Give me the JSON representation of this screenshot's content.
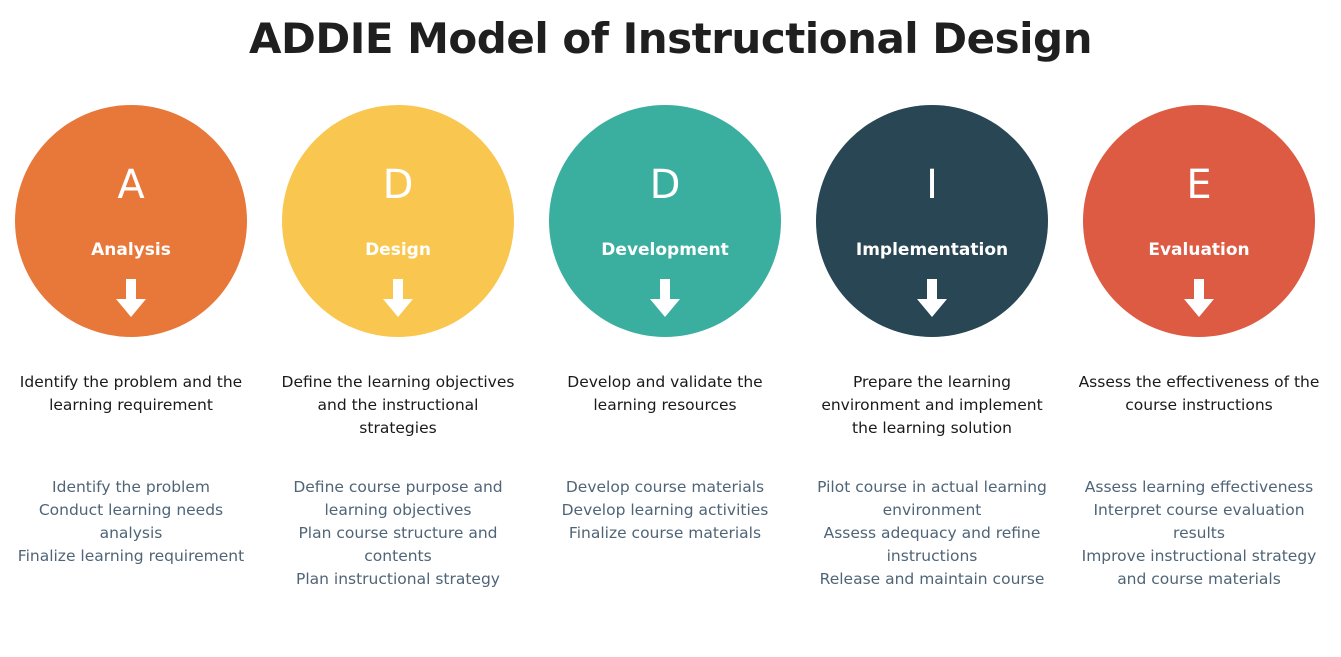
{
  "title": "ADDIE Model of Instructional Design",
  "phases": [
    {
      "letter": "A",
      "name": "Analysis",
      "color": "#E8783A",
      "summary": "Identify the problem and the learning requirement",
      "tasks": [
        "Identify the problem",
        "Conduct learning needs analysis",
        "Finalize learning requirement"
      ]
    },
    {
      "letter": "D",
      "name": "Design",
      "color": "#F9C74F",
      "summary": "Define the learning objectives and the instructional strategies",
      "tasks": [
        "Define course purpose and learning objectives",
        "Plan course structure and contents",
        "Plan instructional strategy"
      ]
    },
    {
      "letter": "D",
      "name": "Development",
      "color": "#3AAFA0",
      "summary": "Develop and validate the learning resources",
      "tasks": [
        "Develop course materials",
        "Develop learning activities",
        "Finalize course materials"
      ]
    },
    {
      "letter": "I",
      "name": "Implementation",
      "color": "#284654",
      "summary": "Prepare the learning environment and implement the learning solution",
      "tasks": [
        "Pilot course in actual learning environment",
        "Assess adequacy and refine instructions",
        "Release and maintain course"
      ]
    },
    {
      "letter": "E",
      "name": "Evaluation",
      "color": "#DD5A43",
      "summary": "Assess the effectiveness of the course instructions",
      "tasks": [
        "Assess learning effectiveness",
        "Interpret course evaluation results",
        "Improve instructional strategy and course materials"
      ]
    }
  ]
}
